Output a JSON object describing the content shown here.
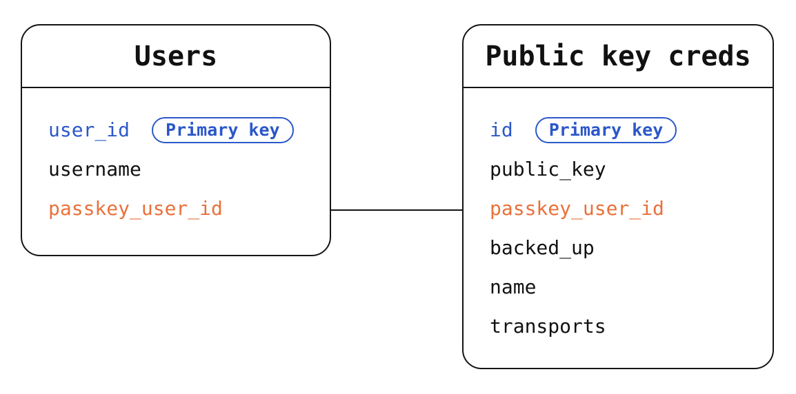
{
  "colors": {
    "primary_blue": "#2b58c8",
    "accent_orange": "#e9713a",
    "outline": "#141414",
    "background": "#ffffff"
  },
  "tables": [
    {
      "title": "Users",
      "fields": [
        {
          "name": "user_id",
          "color": "blue",
          "badge": "Primary key"
        },
        {
          "name": "username",
          "color": "default"
        },
        {
          "name": "passkey_user_id",
          "color": "orange"
        }
      ]
    },
    {
      "title": "Public key creds",
      "fields": [
        {
          "name": "id",
          "color": "blue",
          "badge": "Primary key"
        },
        {
          "name": "public_key",
          "color": "default"
        },
        {
          "name": "passkey_user_id",
          "color": "orange"
        },
        {
          "name": "backed_up",
          "color": "default"
        },
        {
          "name": "name",
          "color": "default"
        },
        {
          "name": "transports",
          "color": "default"
        }
      ]
    }
  ],
  "relationship": {
    "from_table": "Users",
    "from_field": "passkey_user_id",
    "to_table": "Public key creds",
    "to_field": "passkey_user_id"
  }
}
